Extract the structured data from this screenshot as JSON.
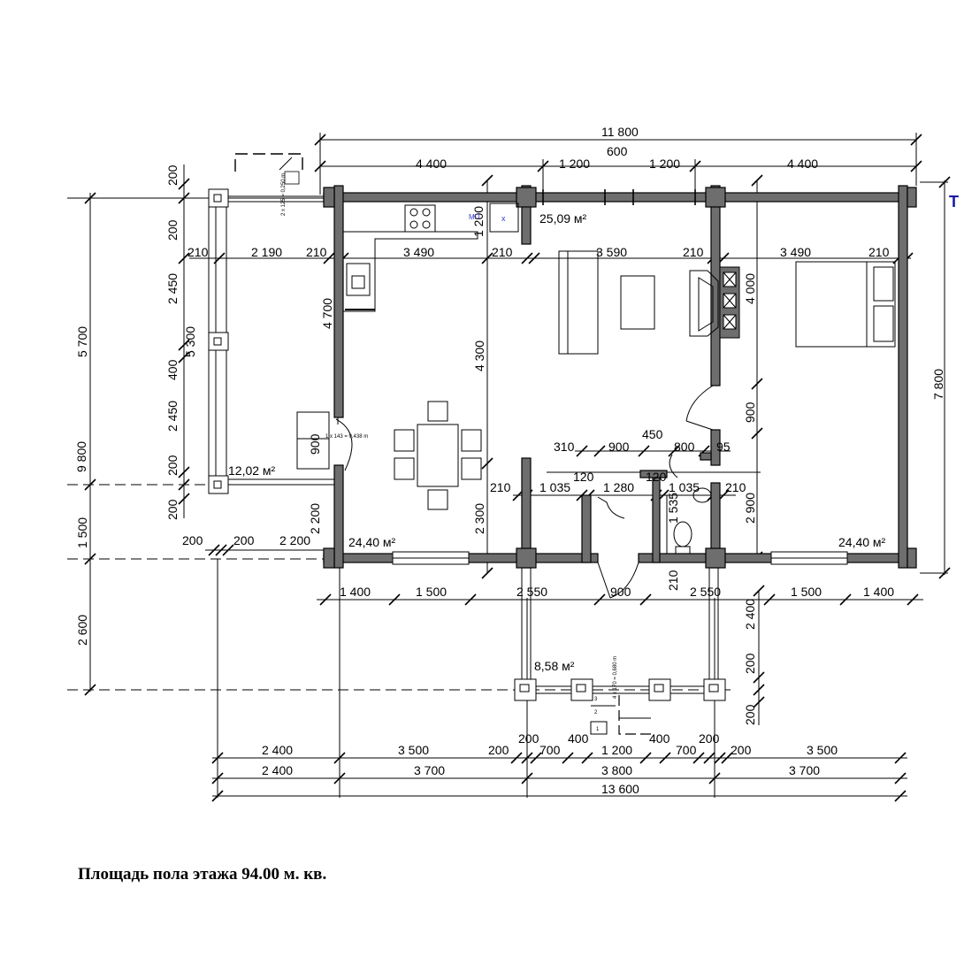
{
  "footer_text": "Площадь пола этажа 94.00 м. кв.",
  "side_marker": "Т",
  "colors": {
    "wall_fill": "#6e6e6e",
    "line": "#000000",
    "marker": "#1a1aa8"
  },
  "areas": {
    "main_room": "25,09 м²",
    "terrace_left": "12,02 м²",
    "room_left": "24,40 м²",
    "room_right": "24,40 м²",
    "porch": "8,58 м²"
  },
  "dimensions_top": {
    "total": "11 800",
    "seg_left": "4 400",
    "seg_mid_left": "1 200",
    "seg_center": "600",
    "seg_mid_right": "1 200",
    "seg_right": "4 400"
  },
  "dimensions_bottom": {
    "row1": [
      "1 400",
      "1 500",
      "2 550",
      "900",
      "2 550",
      "1 500",
      "1 400"
    ],
    "row2": [
      "2 400",
      "3 500",
      "200",
      "200",
      "700",
      "400",
      "1 200",
      "400",
      "700",
      "200",
      "200",
      "3 500"
    ],
    "row3": [
      "2 400",
      "3 700",
      "3 800",
      "3 700"
    ],
    "total": "13 600"
  },
  "dimensions_left": {
    "outer": [
      "9 800",
      "5 700",
      "1 500",
      "2 600"
    ],
    "terrace": [
      "200",
      "200",
      "2 450",
      "400",
      "2 450",
      "200",
      "200"
    ],
    "terrace_total": "5 300",
    "terrace_bottom": [
      "200",
      "200",
      "2 200"
    ]
  },
  "dimensions_right": {
    "total": "7 800",
    "upper": "4 000",
    "door": "900",
    "lower": "2 900",
    "porch": [
      "2 400",
      "200",
      "200"
    ]
  },
  "interior_dims": {
    "row_210": [
      "210",
      "2 190",
      "210",
      "3 490",
      "210",
      "3 590",
      "210",
      "3 490",
      "210"
    ],
    "kitchen": [
      "4 700",
      "1 200",
      "4 300",
      "900",
      "2 200",
      "2 300"
    ],
    "bath": [
      "310",
      "900",
      "450",
      "800",
      "95",
      "210",
      "1 035",
      "120",
      "1 280",
      "120",
      "1 035",
      "210",
      "1 535",
      "210"
    ]
  },
  "notes": {
    "kitchen_mark": "МП",
    "kitchen_x": "х",
    "stair_top": "2 х 125 = 0,250 m",
    "stair_left": "1 х 143 = 0,438 m",
    "stair_porch": "4 х 170 = 0,680 m",
    "step_numbers": [
      "3",
      "2",
      "1"
    ]
  }
}
